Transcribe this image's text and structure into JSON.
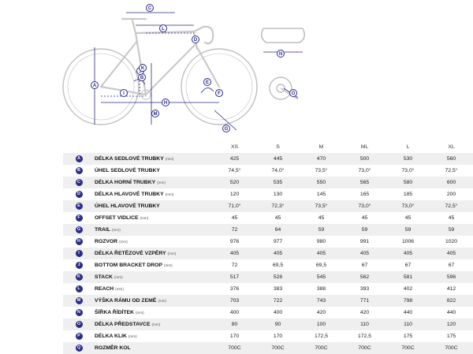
{
  "diagram": {
    "marker_color": "#2a2a8a",
    "line_color": "#bfbfbf",
    "dimension_color": "#2a2a8a",
    "bike_markers": [
      "A",
      "B",
      "C",
      "D",
      "E",
      "F",
      "G",
      "H",
      "I",
      "J",
      "K",
      "L",
      "M"
    ],
    "handlebar_markers": [
      "N"
    ],
    "crank_markers": [
      "O"
    ]
  },
  "table": {
    "sizes": [
      "XS",
      "S",
      "M",
      "ML",
      "L",
      "XL"
    ],
    "rows": [
      {
        "marker": "A",
        "label": "DÉLKA SEDLOVÉ TRUBKY",
        "unit": "(mm)",
        "values": [
          "425",
          "445",
          "470",
          "500",
          "530",
          "560"
        ]
      },
      {
        "marker": "B",
        "label": "ÚHEL SEDLOVÉ TRUBKY",
        "unit": "",
        "values": [
          "74,5°",
          "74,0°",
          "73,5°",
          "73,0°",
          "73,0°",
          "72,5°"
        ]
      },
      {
        "marker": "C",
        "label": "DÉLKA HORNÍ TRUBKY",
        "unit": "(mm)",
        "values": [
          "520",
          "535",
          "550",
          "565",
          "580",
          "600"
        ]
      },
      {
        "marker": "D",
        "label": "DÉLKA HLAVOVÉ TRUBKY",
        "unit": "(mm)",
        "values": [
          "120",
          "130",
          "145",
          "165",
          "185",
          "200"
        ]
      },
      {
        "marker": "E",
        "label": "ÚHEL HLAVOVÉ TRUBKY",
        "unit": "",
        "values": [
          "71,0°",
          "72,3°",
          "73,5°",
          "73,0°",
          "73,0°",
          "72,5°"
        ]
      },
      {
        "marker": "F",
        "label": "OFFSET VIDLICE",
        "unit": "(mm)",
        "values": [
          "45",
          "45",
          "45",
          "45",
          "45",
          "45"
        ]
      },
      {
        "marker": "G",
        "label": "TRAIL",
        "unit": "(mm)",
        "values": [
          "72",
          "64",
          "59",
          "59",
          "59",
          "59"
        ]
      },
      {
        "marker": "H",
        "label": "ROZVOR",
        "unit": "(mm)",
        "values": [
          "976",
          "977",
          "980",
          "991",
          "1006",
          "1020"
        ]
      },
      {
        "marker": "I",
        "label": "DÉLKA ŘETĚZOVÉ VZPĚRY",
        "unit": "(mm)",
        "values": [
          "405",
          "405",
          "405",
          "405",
          "405",
          "405"
        ]
      },
      {
        "marker": "J",
        "label": "BOTTOM BRACKET DROP",
        "unit": "(mm)",
        "values": [
          "72",
          "69,5",
          "69,5",
          "67",
          "67",
          "67"
        ]
      },
      {
        "marker": "K",
        "label": "STACK",
        "unit": "(mm)",
        "values": [
          "517",
          "528",
          "545",
          "562",
          "581",
          "596"
        ]
      },
      {
        "marker": "L",
        "label": "REACH",
        "unit": "(mm)",
        "values": [
          "376",
          "383",
          "388",
          "393",
          "402",
          "412"
        ]
      },
      {
        "marker": "M",
        "label": "VÝŠKA RÁMU OD ZEMĚ",
        "unit": "(mm)",
        "values": [
          "703",
          "722",
          "743",
          "771",
          "798",
          "822"
        ]
      },
      {
        "marker": "N",
        "label": "ŠÍŘKA ŘÍDÍTEK",
        "unit": "(mm)",
        "values": [
          "400",
          "400",
          "420",
          "420",
          "440",
          "440"
        ]
      },
      {
        "marker": "O",
        "label": "DÉLKA PŘEDSTAVCE",
        "unit": "(mm)",
        "values": [
          "80",
          "90",
          "100",
          "110",
          "110",
          "120"
        ]
      },
      {
        "marker": "P",
        "label": "DÉLKA KLIK",
        "unit": "(mm)",
        "values": [
          "170",
          "170",
          "172,5",
          "172,5",
          "175",
          "175"
        ]
      },
      {
        "marker": "Q",
        "label": "ROZMĚR KOL",
        "unit": "",
        "values": [
          "700C",
          "700C",
          "700C",
          "700C",
          "700C",
          "700C"
        ]
      }
    ]
  }
}
